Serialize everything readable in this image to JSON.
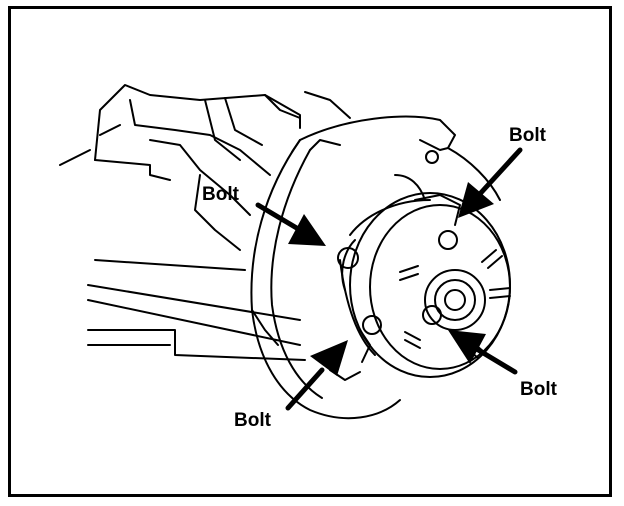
{
  "callouts": {
    "top_right": "Bolt",
    "left": "Bolt",
    "bottom_right": "Bolt",
    "bottom_left": "Bolt"
  },
  "colors": {
    "ink": "#000000",
    "paper": "#ffffff"
  }
}
